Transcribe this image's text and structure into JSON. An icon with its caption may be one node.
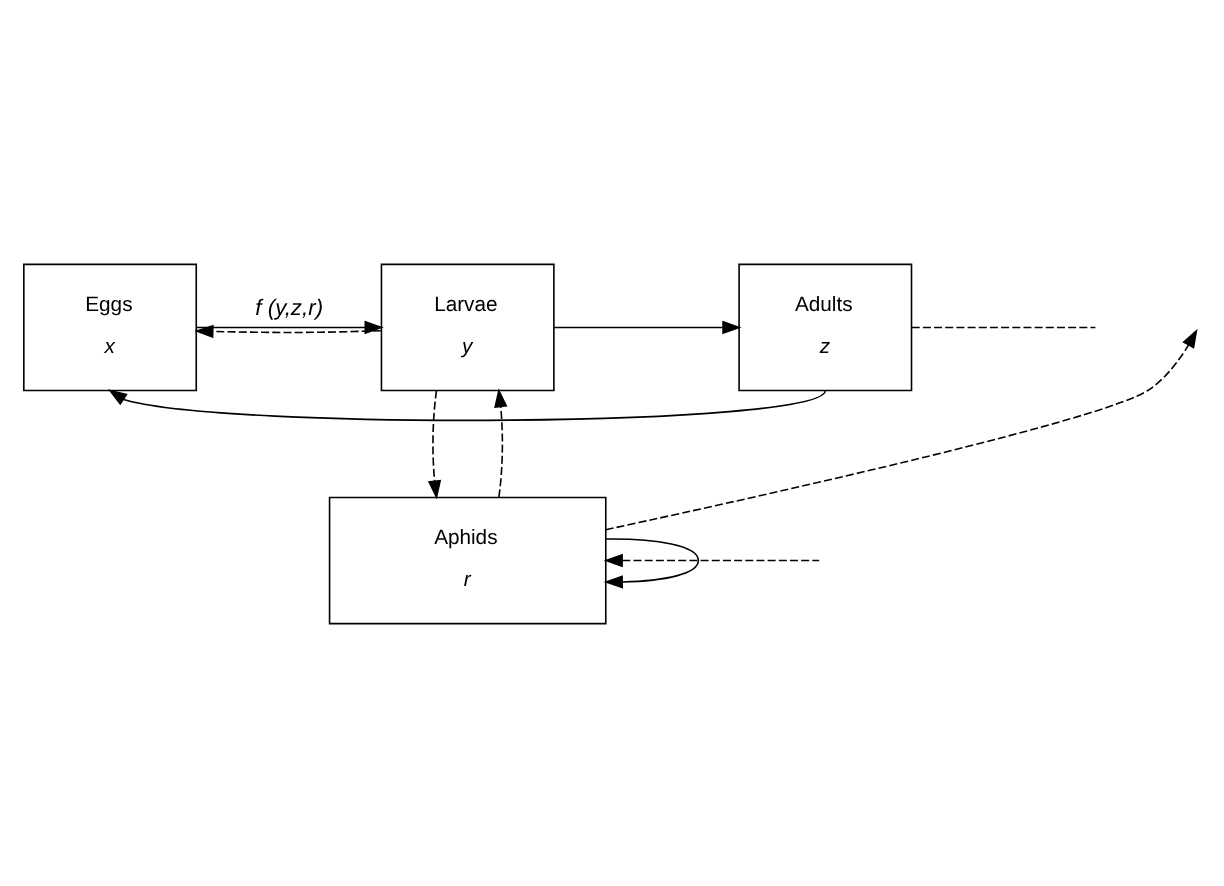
{
  "diagram": {
    "nodes": [
      {
        "text": [
          "Eggs",
          "x"
        ]
      },
      {
        "text": [
          "Larvae",
          "y"
        ]
      },
      {
        "text": [
          "Adults",
          "z"
        ]
      },
      {
        "text": [
          "Aphids",
          "r"
        ]
      }
    ],
    "edges": [
      {
        "from": 1,
        "to": 0,
        "arrow": "to",
        "style": "dashed"
      },
      {
        "from": 0,
        "to": 1,
        "arrow": "to",
        "label": "f (y,z,r)"
      },
      {
        "from": 1,
        "to": 2,
        "arrow": "to"
      },
      {
        "from": 2,
        "to": 0,
        "arrow": "to"
      },
      {
        "from": 2,
        "to": null,
        "arrow": "none",
        "style": "dashed"
      },
      {
        "from": 1,
        "to": 3,
        "arrow": "to",
        "style": "dashed"
      },
      {
        "from": 3,
        "to": 1,
        "arrow": "to",
        "style": "dashed"
      },
      {
        "from": 3,
        "to": null,
        "arrow": "to",
        "style": "dashed"
      },
      {
        "from": null,
        "to": 3,
        "arrow": "to",
        "style": "dashed"
      },
      {
        "from": 3,
        "to": 3,
        "arrow": "to"
      }
    ]
  }
}
